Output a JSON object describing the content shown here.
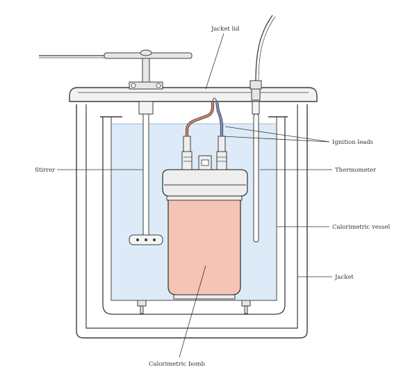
{
  "labels": {
    "jacket_lid": "Jacket lid",
    "ignition_leads": "Ignition leads",
    "stirrer": "Stirrer",
    "thermometer": "Thermometer",
    "calorimetric_vessel": "Calorimetric vessel",
    "jacket": "Jacket",
    "calorimetric_bomb": "Calorimetric bomb"
  },
  "colors": {
    "outline": "#3a3a3a",
    "water": "#dcebf7",
    "bomb_body": "#f5c4b4",
    "bomb_cap": "#eeeeee",
    "lead_red": "#d4806c",
    "lead_blue": "#7f8fc8",
    "metal": "#e6e6e6"
  }
}
